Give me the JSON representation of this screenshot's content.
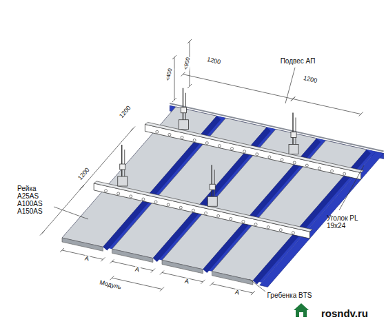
{
  "diagram": {
    "labels": [
      "<400",
      "<900",
      "1200",
      "1200",
      "1200",
      "1200",
      "Подвес АП",
      "Рейка A25AS A100AS A150AS",
      "Уголок PL 19x24",
      "A",
      "A",
      "Модуль",
      "A",
      "A",
      "Гребенка BTS",
      "rosndv.ru"
    ]
  }
}
